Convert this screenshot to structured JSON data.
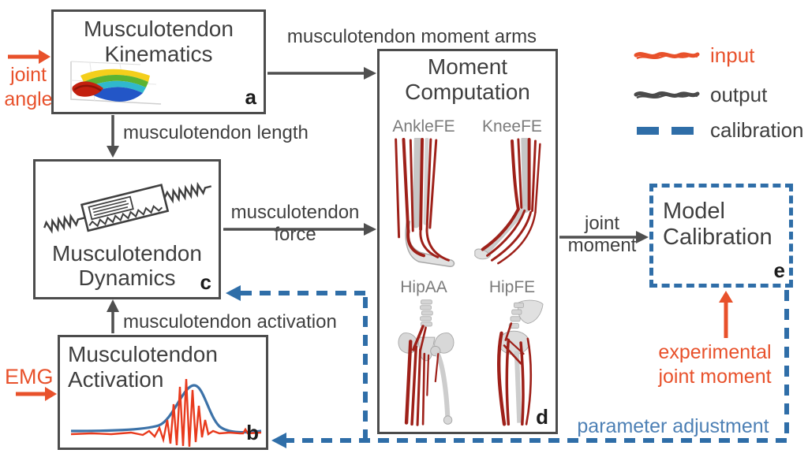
{
  "figure": {
    "boxes": {
      "kinematics": {
        "title": "Musculotendon Kinematics",
        "letter": "a"
      },
      "dynamics": {
        "title": "Musculotendon Dynamics",
        "letter": "c"
      },
      "activation": {
        "title": "Musculotendon Activation",
        "letter": "b"
      },
      "moment": {
        "title": "Moment Computation",
        "letter": "d",
        "views": [
          "AnkleFE",
          "KneeFE",
          "HipAA",
          "HipFE"
        ]
      },
      "calibration": {
        "title": "Model Calibration",
        "letter": "e"
      }
    },
    "labels": {
      "moment_arms": "musculotendon moment arms",
      "length": "musculotendon length",
      "force": "musculotendon force",
      "activation": "musculotendon activation",
      "joint_moment": "joint moment",
      "joint_angle": "joint angle",
      "emg": "EMG",
      "experimental": "experimental joint moment",
      "parameter_adjustment": "parameter adjustment"
    },
    "legend": [
      {
        "label": "input"
      },
      {
        "label": "output"
      },
      {
        "label": "calibration"
      }
    ],
    "colors": {
      "input_orange": "#e8512b",
      "output_gray": "#4a4a4a",
      "calibration_blue": "#2f6ea8",
      "muscle_red": "#9e2019",
      "emg_signal_red": "#e83a1d",
      "emg_envelope_blue": "#3c72a8"
    }
  }
}
